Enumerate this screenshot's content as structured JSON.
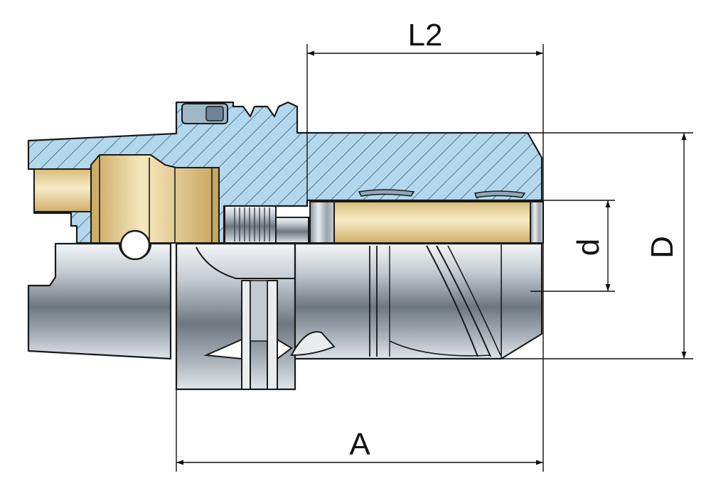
{
  "labels": {
    "l2": "L2",
    "d": "d",
    "D": "D",
    "a": "A"
  },
  "colors": {
    "section": "#b3d8ee",
    "hatch": "#2b4a63",
    "brass": "#e8d29c",
    "steel": "#b9c0c8",
    "outline": "#1a1a1a"
  }
}
